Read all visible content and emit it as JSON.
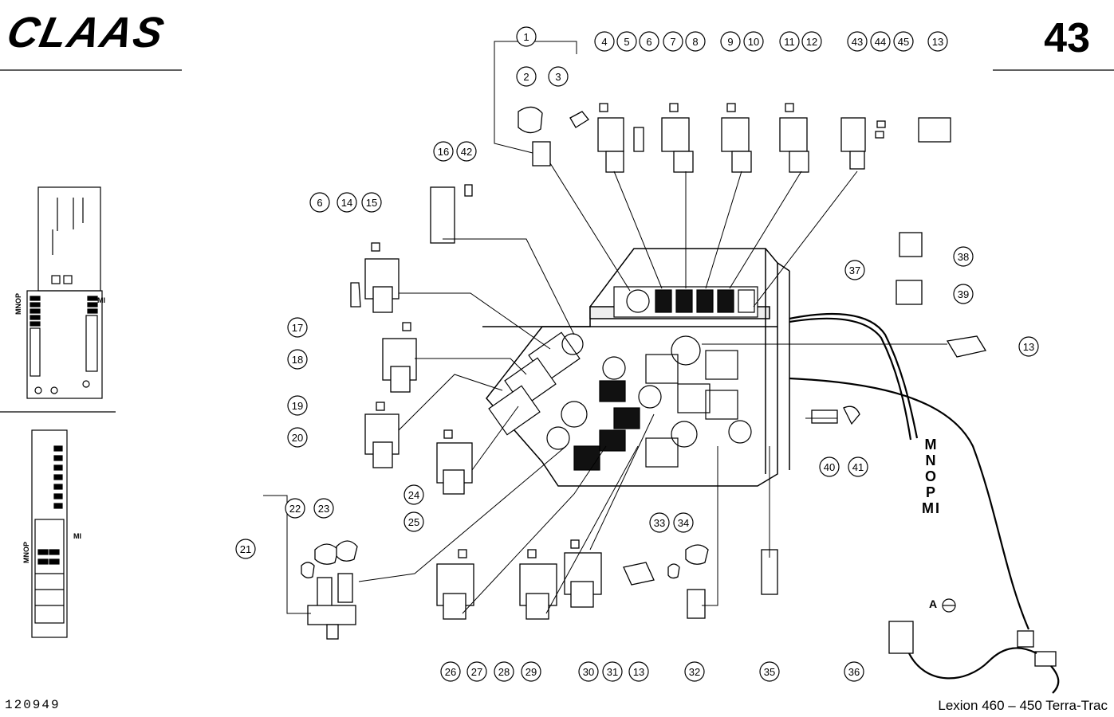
{
  "header": {
    "brand": "CLAAS",
    "page_number": "43"
  },
  "footer": {
    "drawing_number": "120949",
    "model": "Lexion 460 – 450 Terra-Trac"
  },
  "harness_label": [
    "M",
    "N",
    "O",
    "P",
    "MI"
  ],
  "connector_label": "A",
  "inset_labels": {
    "letters": "MNOP",
    "mi": "MI"
  },
  "callouts": [
    "1",
    "2",
    "3",
    "4",
    "5",
    "6",
    "7",
    "8",
    "9",
    "10",
    "11",
    "12",
    "43",
    "44",
    "45",
    "13",
    "16",
    "42",
    "6",
    "14",
    "15",
    "17",
    "18",
    "19",
    "20",
    "24",
    "25",
    "21",
    "22",
    "23",
    "26",
    "27",
    "28",
    "29",
    "30",
    "31",
    "13",
    "33",
    "34",
    "32",
    "35",
    "38",
    "37",
    "39",
    "13",
    "40",
    "41",
    "36"
  ]
}
